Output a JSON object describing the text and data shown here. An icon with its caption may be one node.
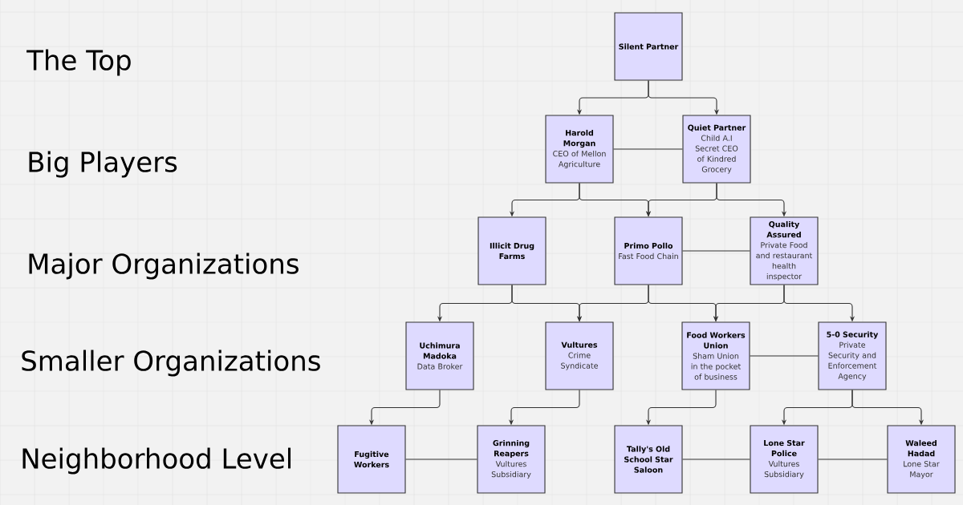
{
  "diagram": {
    "nodes": [
      {
        "text": [
          "Silent Partner"
        ]
      },
      {
        "text": [
          "Harold Morgan",
          "CEO of Mellon Agriculture"
        ]
      },
      {
        "text": [
          "Quiet Partner",
          "Child A.I",
          "Secret CEO of Kindred Grocery"
        ]
      },
      {
        "text": [
          "Illicit Drug Farms"
        ]
      },
      {
        "text": [
          "Primo Pollo",
          "Fast Food Chain"
        ]
      },
      {
        "text": [
          "Quality Assured",
          "Private Food and restaurant health inspector"
        ]
      },
      {
        "text": [
          "Uchimura Madoka",
          "Data Broker"
        ]
      },
      {
        "text": [
          "Vultures",
          "Crime Syndicate"
        ]
      },
      {
        "text": [
          "Food Workers Union",
          "Sham Union in the pocket of business"
        ]
      },
      {
        "text": [
          "5-0 Security",
          "Private Security and Enforcement Agency"
        ]
      },
      {
        "text": [
          "Fugitive Workers"
        ]
      },
      {
        "text": [
          "Grinning Reapers",
          "Vultures Subsidiary"
        ]
      },
      {
        "text": [
          "Tally's Old School Star Saloon"
        ]
      },
      {
        "text": [
          "Lone Star Police",
          "Vultures Subsidiary"
        ]
      },
      {
        "text": [
          "Waleed Hadad",
          "Lone Star Mayor"
        ]
      }
    ],
    "edges": [
      {
        "from": 0,
        "to": 1,
        "arrow": "to"
      },
      {
        "from": 0,
        "to": 2,
        "arrow": "to"
      },
      {
        "from": 1,
        "to": 2,
        "arrow": "none"
      },
      {
        "from": 1,
        "to": 3,
        "arrow": "to"
      },
      {
        "from": 1,
        "to": 4,
        "arrow": "to"
      },
      {
        "from": 2,
        "to": 4,
        "arrow": "to"
      },
      {
        "from": 2,
        "to": 5,
        "arrow": "to"
      },
      {
        "from": 4,
        "to": 5,
        "arrow": "none"
      },
      {
        "from": 3,
        "to": 6,
        "arrow": "to"
      },
      {
        "from": 3,
        "to": 7,
        "arrow": "to"
      },
      {
        "from": 4,
        "to": 7,
        "arrow": "to"
      },
      {
        "from": 4,
        "to": 8,
        "arrow": "to"
      },
      {
        "from": 5,
        "to": 8,
        "arrow": "to"
      },
      {
        "from": 5,
        "to": 9,
        "arrow": "to"
      },
      {
        "from": 8,
        "to": 9,
        "arrow": "none"
      },
      {
        "from": 6,
        "to": 10,
        "arrow": "to"
      },
      {
        "from": 7,
        "to": 11,
        "arrow": "to"
      },
      {
        "from": 8,
        "to": 12,
        "arrow": "to"
      },
      {
        "from": 9,
        "to": 13,
        "arrow": "to"
      },
      {
        "from": 9,
        "to": 14,
        "arrow": "to"
      },
      {
        "from": 10,
        "to": 11,
        "arrow": "none"
      },
      {
        "from": 12,
        "to": 13,
        "arrow": "none"
      },
      {
        "from": 13,
        "to": 14,
        "arrow": "none"
      }
    ],
    "labels": [
      "The Top",
      "Big Players",
      "Major Organizations",
      "Smaller Organizations",
      "Neighborhood Level"
    ]
  }
}
